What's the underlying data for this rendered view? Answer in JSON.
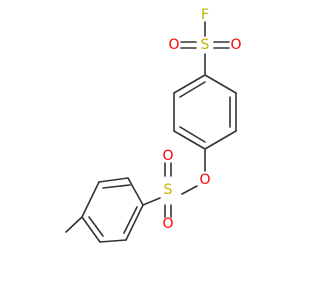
{
  "atoms": {
    "fluorine": "F",
    "sulfur_top": "S",
    "oxygen_top_left": "O",
    "oxygen_top_right": "O",
    "oxygen_bridge": "O",
    "sulfur_bottom": "S",
    "oxygen_bottom_top": "O",
    "oxygen_bottom_bottom": "O"
  },
  "colors": {
    "bond": "#333333",
    "sulfur": "#c8b400",
    "oxygen": "#ff0000",
    "fluorine": "#b4b400"
  }
}
